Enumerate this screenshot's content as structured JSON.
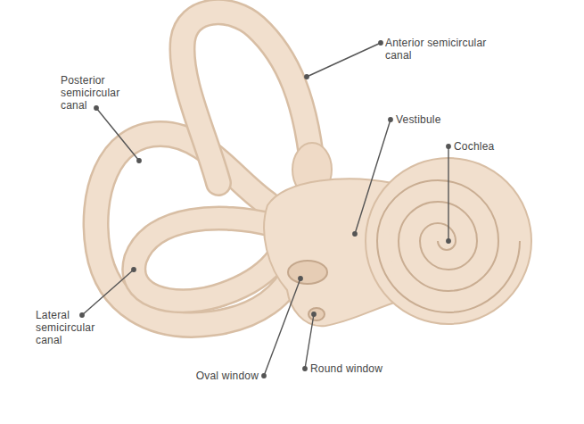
{
  "diagram": {
    "labels": [
      "Anterior semicircular canal",
      "Posterior semicircular canal",
      "Vestibule",
      "Cochlea",
      "Lateral semicircular canal",
      "Oval window",
      "Round window"
    ]
  }
}
